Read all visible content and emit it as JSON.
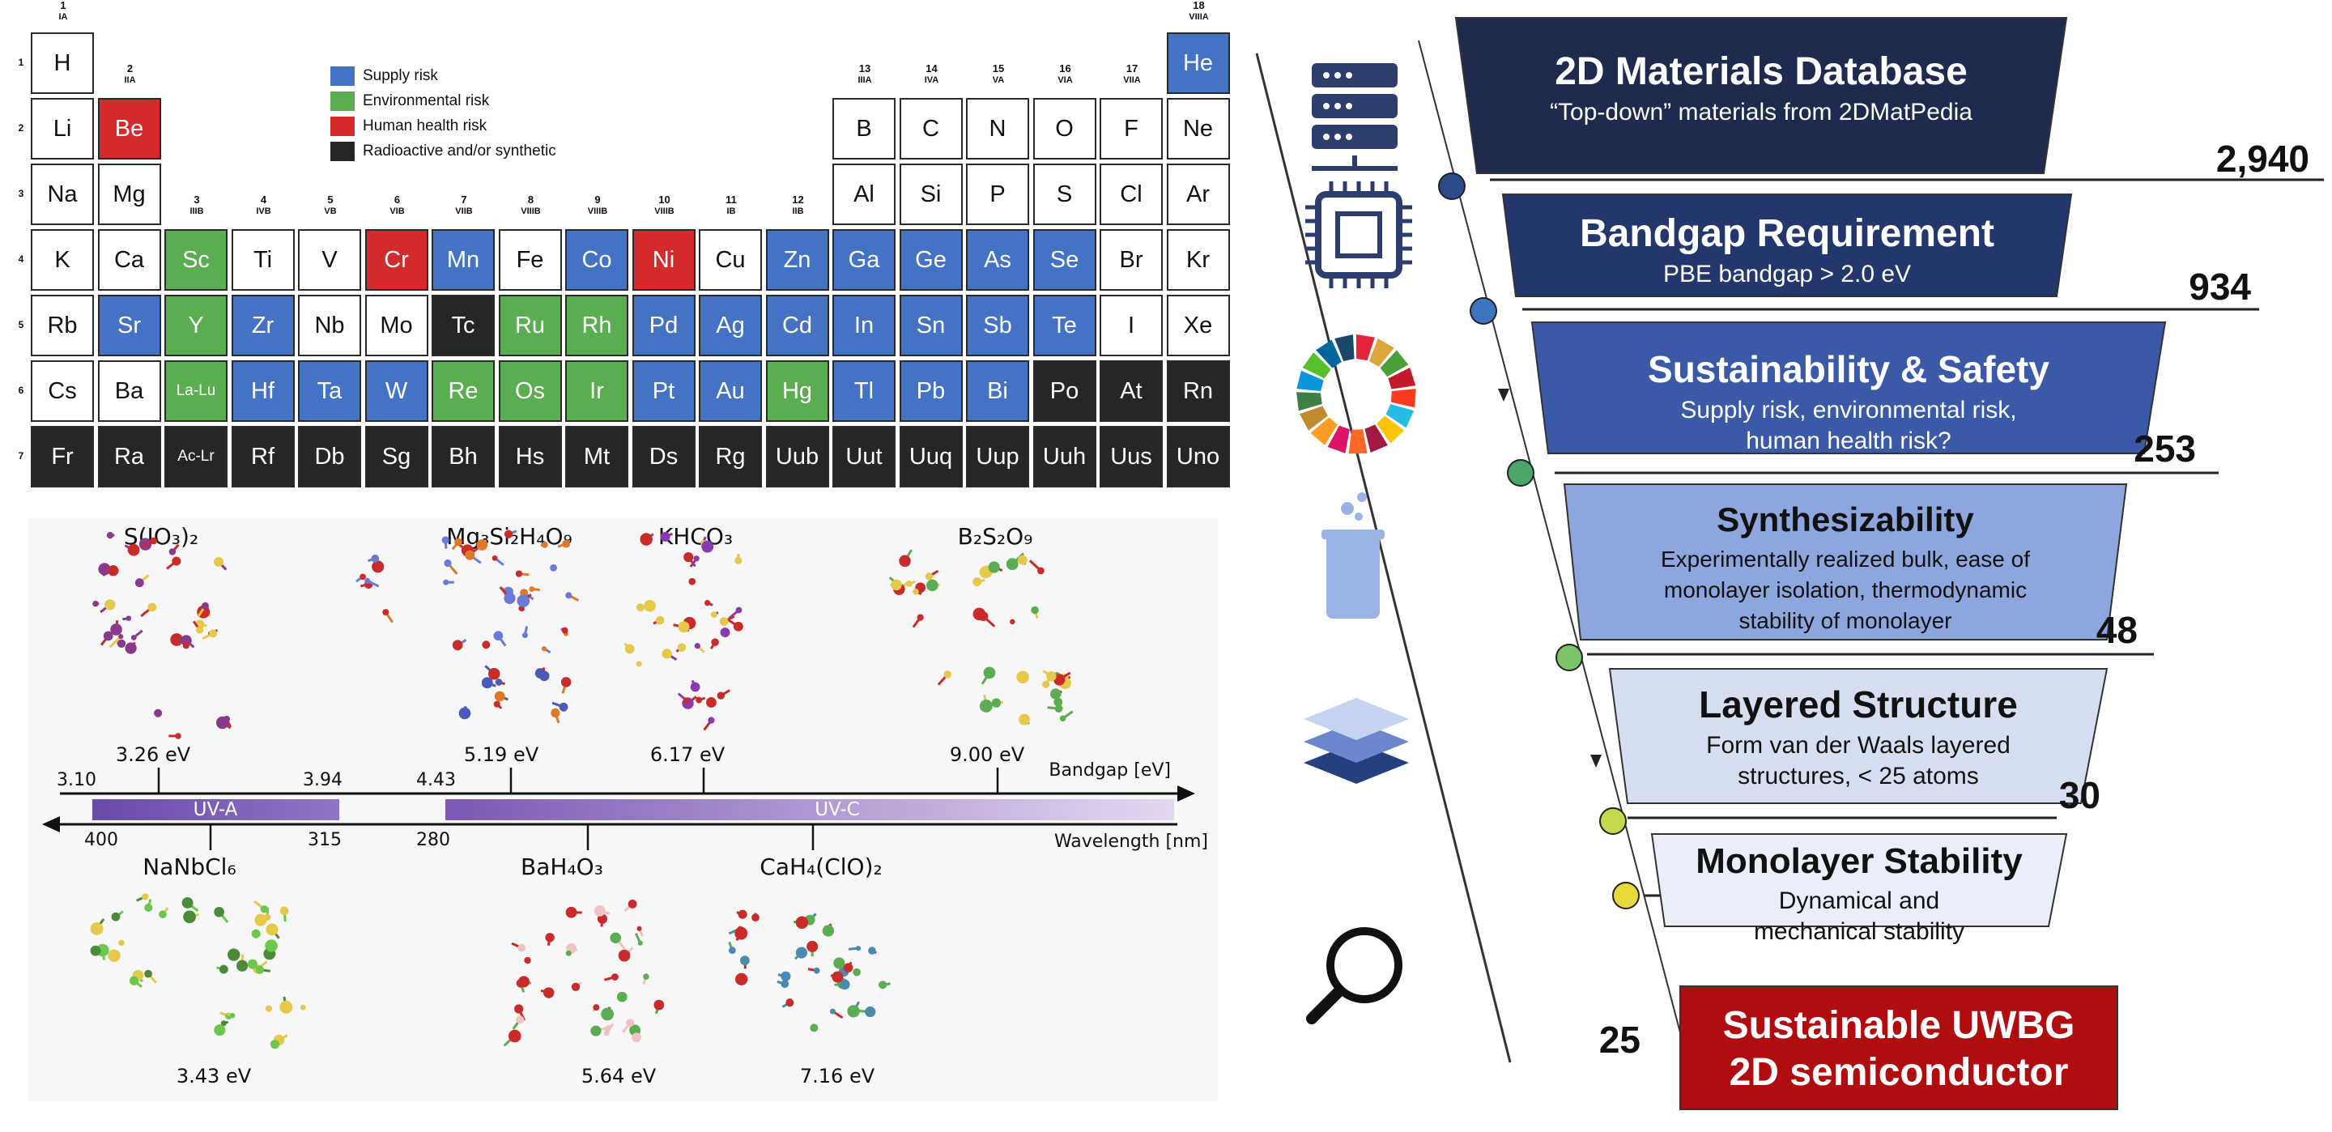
{
  "periodic_table": {
    "groups": [
      {
        "col": 0,
        "num": "1",
        "roman": "IA",
        "row": 0
      },
      {
        "col": 1,
        "num": "2",
        "roman": "IIA",
        "row": 1
      },
      {
        "col": 2,
        "num": "3",
        "roman": "IIIB",
        "row": 3
      },
      {
        "col": 3,
        "num": "4",
        "roman": "IVB",
        "row": 3
      },
      {
        "col": 4,
        "num": "5",
        "roman": "VB",
        "row": 3
      },
      {
        "col": 5,
        "num": "6",
        "roman": "VIB",
        "row": 3
      },
      {
        "col": 6,
        "num": "7",
        "roman": "VIIB",
        "row": 3
      },
      {
        "col": 7,
        "num": "8",
        "roman": "VIIIB",
        "row": 3
      },
      {
        "col": 8,
        "num": "9",
        "roman": "VIIIB",
        "row": 3
      },
      {
        "col": 9,
        "num": "10",
        "roman": "VIIIB",
        "row": 3
      },
      {
        "col": 10,
        "num": "11",
        "roman": "IB",
        "row": 3
      },
      {
        "col": 11,
        "num": "12",
        "roman": "IIB",
        "row": 3
      },
      {
        "col": 12,
        "num": "13",
        "roman": "IIIA",
        "row": 1
      },
      {
        "col": 13,
        "num": "14",
        "roman": "IVA",
        "row": 1
      },
      {
        "col": 14,
        "num": "15",
        "roman": "VA",
        "row": 1
      },
      {
        "col": 15,
        "num": "16",
        "roman": "VIA",
        "row": 1
      },
      {
        "col": 16,
        "num": "17",
        "roman": "VIIA",
        "row": 1
      },
      {
        "col": 17,
        "num": "18",
        "roman": "VIIIA",
        "row": 0
      }
    ],
    "periods": [
      "1",
      "2",
      "3",
      "4",
      "5",
      "6",
      "7"
    ],
    "elements": [
      [
        "H",
        1,
        0,
        "n"
      ],
      [
        "He",
        1,
        17,
        "s"
      ],
      [
        "Li",
        2,
        0,
        "n"
      ],
      [
        "Be",
        2,
        1,
        "h"
      ],
      [
        "B",
        2,
        12,
        "n"
      ],
      [
        "C",
        2,
        13,
        "n"
      ],
      [
        "N",
        2,
        14,
        "n"
      ],
      [
        "O",
        2,
        15,
        "n"
      ],
      [
        "F",
        2,
        16,
        "n"
      ],
      [
        "Ne",
        2,
        17,
        "n"
      ],
      [
        "Na",
        3,
        0,
        "n"
      ],
      [
        "Mg",
        3,
        1,
        "n"
      ],
      [
        "Al",
        3,
        12,
        "n"
      ],
      [
        "Si",
        3,
        13,
        "n"
      ],
      [
        "P",
        3,
        14,
        "n"
      ],
      [
        "S",
        3,
        15,
        "n"
      ],
      [
        "Cl",
        3,
        16,
        "n"
      ],
      [
        "Ar",
        3,
        17,
        "n"
      ],
      [
        "K",
        4,
        0,
        "n"
      ],
      [
        "Ca",
        4,
        1,
        "n"
      ],
      [
        "Sc",
        4,
        2,
        "e"
      ],
      [
        "Ti",
        4,
        3,
        "n"
      ],
      [
        "V",
        4,
        4,
        "n"
      ],
      [
        "Cr",
        4,
        5,
        "h"
      ],
      [
        "Mn",
        4,
        6,
        "s"
      ],
      [
        "Fe",
        4,
        7,
        "n"
      ],
      [
        "Co",
        4,
        8,
        "s"
      ],
      [
        "Ni",
        4,
        9,
        "h"
      ],
      [
        "Cu",
        4,
        10,
        "n"
      ],
      [
        "Zn",
        4,
        11,
        "s"
      ],
      [
        "Ga",
        4,
        12,
        "s"
      ],
      [
        "Ge",
        4,
        13,
        "s"
      ],
      [
        "As",
        4,
        14,
        "s"
      ],
      [
        "Se",
        4,
        15,
        "s"
      ],
      [
        "Br",
        4,
        16,
        "n"
      ],
      [
        "Kr",
        4,
        17,
        "n"
      ],
      [
        "Rb",
        5,
        0,
        "n"
      ],
      [
        "Sr",
        5,
        1,
        "s"
      ],
      [
        "Y",
        5,
        2,
        "e"
      ],
      [
        "Zr",
        5,
        3,
        "s"
      ],
      [
        "Nb",
        5,
        4,
        "n"
      ],
      [
        "Mo",
        5,
        5,
        "n"
      ],
      [
        "Tc",
        5,
        6,
        "r"
      ],
      [
        "Ru",
        5,
        7,
        "e"
      ],
      [
        "Rh",
        5,
        8,
        "e"
      ],
      [
        "Pd",
        5,
        9,
        "s"
      ],
      [
        "Ag",
        5,
        10,
        "s"
      ],
      [
        "Cd",
        5,
        11,
        "s"
      ],
      [
        "In",
        5,
        12,
        "s"
      ],
      [
        "Sn",
        5,
        13,
        "s"
      ],
      [
        "Sb",
        5,
        14,
        "s"
      ],
      [
        "Te",
        5,
        15,
        "s"
      ],
      [
        "I",
        5,
        16,
        "n"
      ],
      [
        "Xe",
        5,
        17,
        "n"
      ],
      [
        "Cs",
        6,
        0,
        "n"
      ],
      [
        "Ba",
        6,
        1,
        "n"
      ],
      [
        "La-Lu",
        6,
        2,
        "e"
      ],
      [
        "Hf",
        6,
        3,
        "s"
      ],
      [
        "Ta",
        6,
        4,
        "s"
      ],
      [
        "W",
        6,
        5,
        "s"
      ],
      [
        "Re",
        6,
        6,
        "e"
      ],
      [
        "Os",
        6,
        7,
        "e"
      ],
      [
        "Ir",
        6,
        8,
        "e"
      ],
      [
        "Pt",
        6,
        9,
        "s"
      ],
      [
        "Au",
        6,
        10,
        "s"
      ],
      [
        "Hg",
        6,
        11,
        "e"
      ],
      [
        "Tl",
        6,
        12,
        "s"
      ],
      [
        "Pb",
        6,
        13,
        "s"
      ],
      [
        "Bi",
        6,
        14,
        "s"
      ],
      [
        "Po",
        6,
        15,
        "r"
      ],
      [
        "At",
        6,
        16,
        "r"
      ],
      [
        "Rn",
        6,
        17,
        "r"
      ],
      [
        "Fr",
        7,
        0,
        "r"
      ],
      [
        "Ra",
        7,
        1,
        "r"
      ],
      [
        "Ac-Lr",
        7,
        2,
        "r"
      ],
      [
        "Rf",
        7,
        3,
        "r"
      ],
      [
        "Db",
        7,
        4,
        "r"
      ],
      [
        "Sg",
        7,
        5,
        "r"
      ],
      [
        "Bh",
        7,
        6,
        "r"
      ],
      [
        "Hs",
        7,
        7,
        "r"
      ],
      [
        "Mt",
        7,
        8,
        "r"
      ],
      [
        "Ds",
        7,
        9,
        "r"
      ],
      [
        "Rg",
        7,
        10,
        "r"
      ],
      [
        "Uub",
        7,
        11,
        "r"
      ],
      [
        "Uut",
        7,
        12,
        "r"
      ],
      [
        "Uuq",
        7,
        13,
        "r"
      ],
      [
        "Uup",
        7,
        14,
        "r"
      ],
      [
        "Uuh",
        7,
        15,
        "r"
      ],
      [
        "Uus",
        7,
        16,
        "r"
      ],
      [
        "Uno",
        7,
        17,
        "r"
      ]
    ],
    "legend": [
      {
        "key": "s",
        "label": "Supply risk",
        "color": "#4472c4"
      },
      {
        "key": "e",
        "label": "Environmental risk",
        "color": "#5aad50"
      },
      {
        "key": "h",
        "label": "Human health risk",
        "color": "#d32b2b"
      },
      {
        "key": "r",
        "label": "Radioactive and/or synthetic",
        "color": "#262626"
      }
    ]
  },
  "bandgap_panel": {
    "materials_top": [
      {
        "name": "S(IO₃)₂",
        "ev": "3.26 eV"
      },
      {
        "name": "Mg₃Si₂H₄O₉",
        "ev": "5.19 eV"
      },
      {
        "name": "KHCO₃",
        "ev": "6.17 eV"
      },
      {
        "name": "B₂S₂O₉",
        "ev": "9.00 eV"
      }
    ],
    "materials_bottom": [
      {
        "name": "NaNbCl₆",
        "ev": "3.43 eV"
      },
      {
        "name": "BaH₄O₃",
        "ev": "5.64 eV"
      },
      {
        "name": "CaH₄(ClO)₂",
        "ev": "7.16 eV"
      }
    ],
    "bandgap_axis": {
      "label": "Bandgap [eV]",
      "ticks": [
        "3.10",
        "3.94",
        "4.43"
      ]
    },
    "wavelength_axis": {
      "label": "Wavelength [nm]",
      "ticks": [
        "400",
        "315",
        "280"
      ]
    },
    "bands": [
      {
        "label": "UV-A",
        "color": "#7a5cb0"
      },
      {
        "label": "UV-C",
        "color": "#9a7cc4"
      }
    ]
  },
  "funnel": {
    "stages": [
      {
        "title": "2D Materials Database",
        "subtitle": "“Top-down” materials from 2DMatPedia",
        "count": "2,940",
        "fill": "#1e2a4e",
        "text": "#ffffff",
        "icon": "server-icon"
      },
      {
        "title": "Bandgap Requirement",
        "subtitle": "PBE bandgap > 2.0 eV",
        "count": "934",
        "fill": "#23376d",
        "text": "#ffffff",
        "icon": "chip-icon"
      },
      {
        "title": "Sustainability & Safety",
        "subtitle": "Supply risk, environmental risk,\nhuman health risk?",
        "count": "253",
        "fill": "#3a5aa8",
        "text": "#ffffff",
        "icon": "sdg-wheel-icon"
      },
      {
        "title": "Synthesizability",
        "subtitle": "Experimentally realized bulk, ease of\nmonolayer isolation, thermodynamic\nstability of monolayer",
        "count": "48",
        "fill": "#8ea6de",
        "text": "#111111",
        "icon": "beaker-icon"
      },
      {
        "title": "Layered Structure",
        "subtitle": "Form van der Waals layered\nstructures, < 25 atoms",
        "count": "30",
        "fill": "#d6dff2",
        "text": "#111111",
        "icon": "layers-icon"
      },
      {
        "title": "Monolayer Stability",
        "subtitle": "Dynamical and\nmechanical stability",
        "count": "",
        "fill": "#e9eef8",
        "text": "#111111",
        "icon": "magnifier-icon"
      }
    ],
    "final": {
      "line1": "Sustainable UWBG",
      "line2": "2D semiconductor",
      "count": "25",
      "fill": "#b00d10"
    },
    "dot_colors": [
      "#2b4a8a",
      "#3d74bd",
      "#4aa66a",
      "#7bc46a",
      "#c6d94a",
      "#e8d83a"
    ]
  }
}
